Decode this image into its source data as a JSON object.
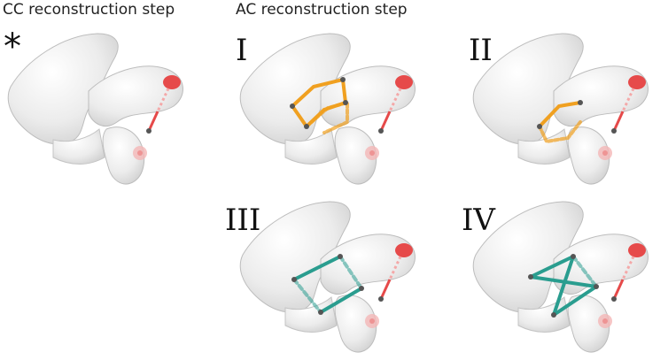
{
  "headings": {
    "cc": "CC reconstruction step",
    "ac": "AC reconstruction step"
  },
  "panels": [
    {
      "id": "cc",
      "label": "*",
      "graft": "none"
    },
    {
      "id": "ac-1",
      "label": "I",
      "graft": "orange-double-loop"
    },
    {
      "id": "ac-2",
      "label": "II",
      "graft": "orange-single-loop"
    },
    {
      "id": "ac-3",
      "label": "III",
      "graft": "teal-parallel"
    },
    {
      "id": "ac-4",
      "label": "IV",
      "graft": "teal-cross"
    }
  ],
  "colors": {
    "bone": "#eeeeee",
    "bone_shadow": "#c9c9c9",
    "cc_marker": "#e64a4a",
    "ac_graft_orange": "#f0a020",
    "ac_graft_teal": "#2a9d8f"
  }
}
